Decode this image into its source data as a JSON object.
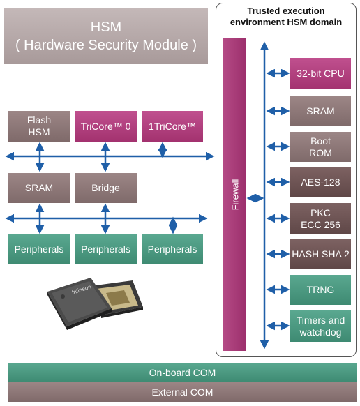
{
  "title": {
    "line1": "HSM",
    "line2": "( Hardware Security Module )"
  },
  "left_blocks": {
    "flash": "Flash\nHSM",
    "tricore0": "TriCore™ 0",
    "tricore1": "1TriCore™",
    "sram": "SRAM",
    "bridge": "Bridge",
    "peripherals": [
      "Peripherals",
      "Peripherals",
      "Peripherals"
    ]
  },
  "chip": {
    "brand": "Infineon"
  },
  "tee": {
    "title": "Trusted execution\nenvironment HSM domain",
    "firewall": "Firewall",
    "modules": [
      {
        "label": "32-bit CPU",
        "style": "magenta"
      },
      {
        "label": "SRAM",
        "style": "brown"
      },
      {
        "label": "Boot\nROM",
        "style": "brown"
      },
      {
        "label": "AES-128",
        "style": "darkbr"
      },
      {
        "label": "PKC\nECC 256",
        "style": "darkbr"
      },
      {
        "label": "HASH SHA 2",
        "style": "darkbr"
      },
      {
        "label": "TRNG",
        "style": "teal"
      },
      {
        "label": "Timers and\nwatchdog",
        "style": "teal"
      }
    ]
  },
  "bottom": {
    "onboard": "On-board COM",
    "external": "External COM"
  },
  "colors": {
    "arrow": "#1f5fa8",
    "magenta": "#a3326f",
    "teal": "#3e8a72",
    "brown": "#7f6a6a"
  }
}
